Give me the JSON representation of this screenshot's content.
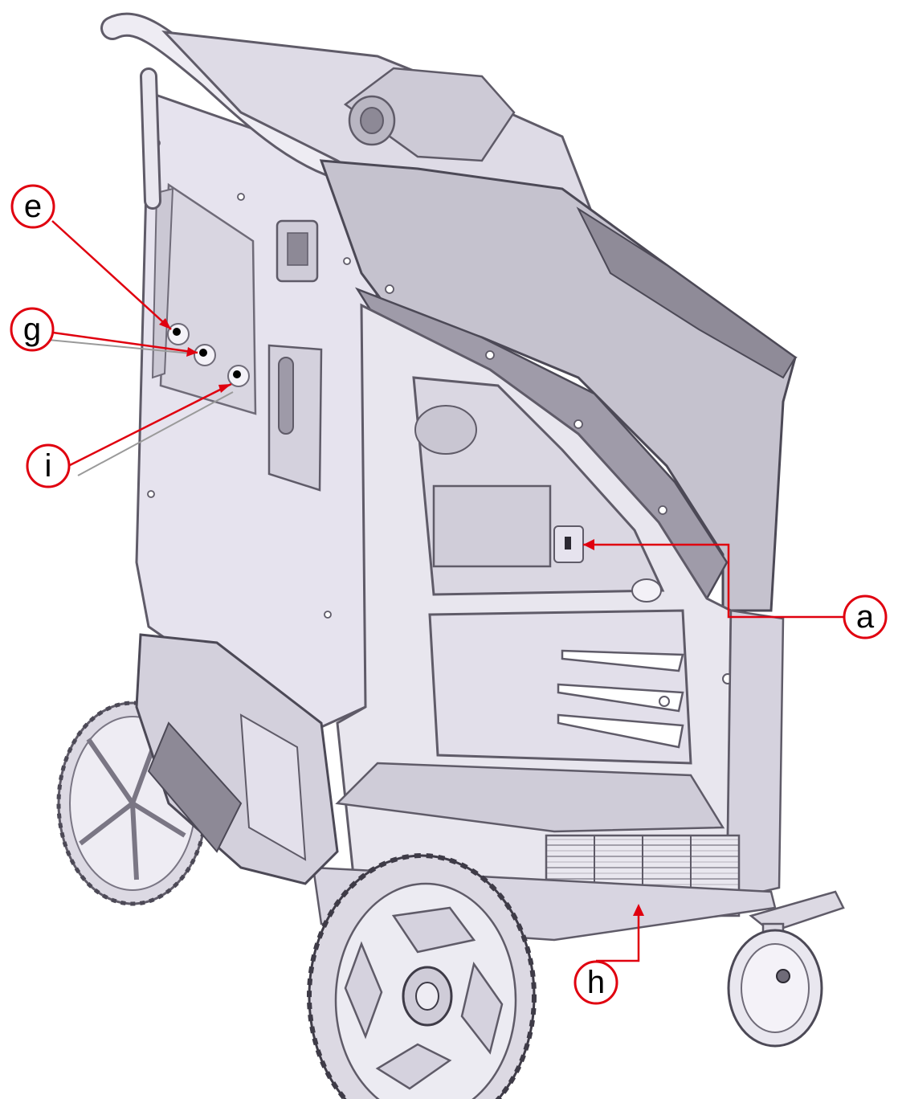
{
  "figure": {
    "subject": "mobile-service-station-cart",
    "colors": {
      "body": "#e4e1ec",
      "panel": "#d7d4e0",
      "dark_panel": "#9e9aa8",
      "edge": "#6f6b78",
      "callout": "#e0000f"
    }
  },
  "callouts": [
    {
      "id": "e",
      "label": "e"
    },
    {
      "id": "g",
      "label": "g"
    },
    {
      "id": "i",
      "label": "i"
    },
    {
      "id": "a",
      "label": "a"
    },
    {
      "id": "h",
      "label": "h"
    }
  ]
}
